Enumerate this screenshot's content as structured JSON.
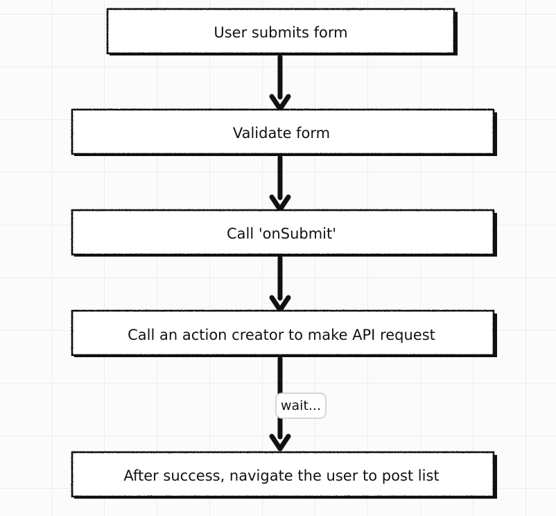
{
  "steps": [
    {
      "label": "User submits form"
    },
    {
      "label": "Validate form"
    },
    {
      "label": "Call 'onSubmit'"
    },
    {
      "label": "Call an action creator to make API request"
    },
    {
      "label": "After success, navigate the user to post list"
    }
  ],
  "connectors": [
    {
      "note": ""
    },
    {
      "note": ""
    },
    {
      "note": ""
    },
    {
      "note": "wait..."
    }
  ],
  "colors": {
    "box_fill": "#ffffff",
    "box_stroke": "#111111",
    "arrow": "#111111",
    "shadow": "#111111"
  }
}
